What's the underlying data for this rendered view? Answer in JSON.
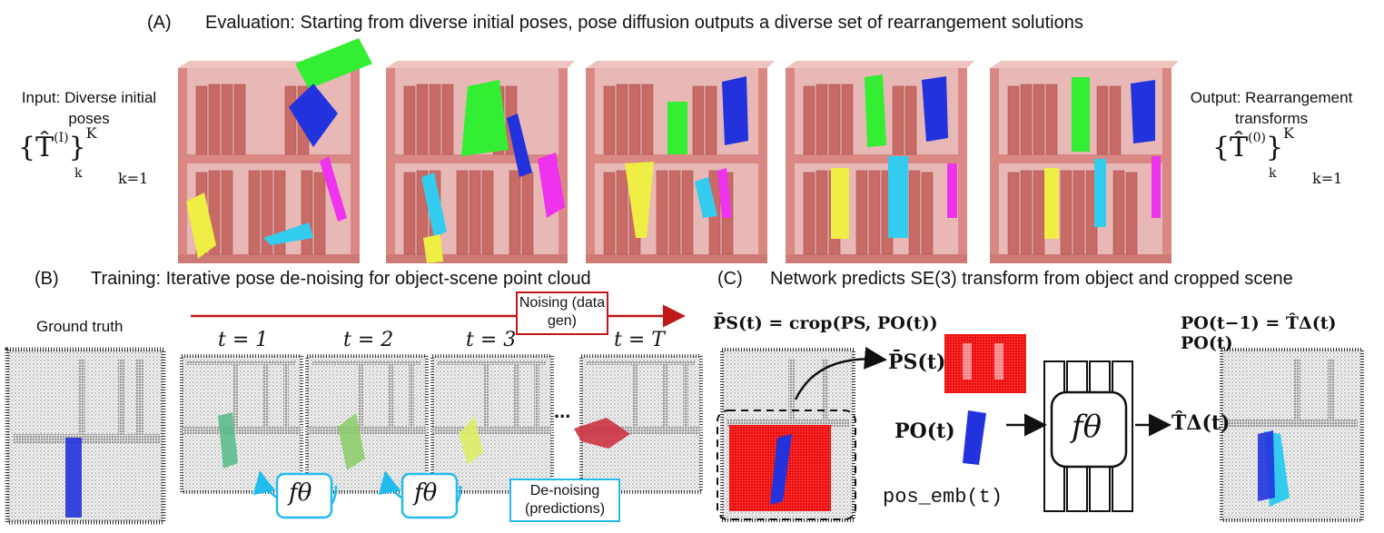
{
  "panel_a": {
    "letter": "(A)",
    "title": "Evaluation: Starting from diverse initial poses, pose diffusion outputs a diverse set of rearrangement solutions",
    "input_label": "Input: Diverse initial poses",
    "input_math_main": "{T̂",
    "input_math_sup": "(I)",
    "input_math_sub": "k",
    "input_math_upper": "K",
    "input_math_lower": "k=1",
    "output_label": "Output: Rearrangement transforms",
    "output_math_main": "{T̂",
    "output_math_sup": "(0)",
    "output_math_sub": "k",
    "output_math_upper": "K",
    "output_math_lower": "k=1"
  },
  "panel_b": {
    "letter": "(B)",
    "title": "Training: Iterative pose de-noising for object-scene point cloud",
    "ground_truth": "Ground truth",
    "noising_label": "Noising (data gen)",
    "denoising_label": "De-noising (predictions)",
    "steps": [
      "t = 1",
      "t = 2",
      "t = 3",
      "t = T"
    ],
    "ellipsis": "...",
    "f_theta": "fθ"
  },
  "panel_c": {
    "letter": "(C)",
    "title": "Network predicts SE(3) transform from object and cropped scene",
    "crop_eq": "P̄S(t) = crop(PS, PO(t))",
    "scene_crop": "P̄S(t)",
    "object": "PO(t)",
    "pos_emb": "pos_emb(t)",
    "network": "fθ",
    "transform": "T̂Δ(t)",
    "update_eq": "PO(t−1) = T̂Δ(t) PO(t)"
  },
  "colors": {
    "shelf": "#d98883",
    "book": "#c86a66",
    "green": "#33ee33",
    "blue": "#2233dd",
    "yellow": "#eeee44",
    "cyan": "#33ccee",
    "magenta": "#ee33ee",
    "noise_arrow": "#c01818",
    "denoise": "#22bbee",
    "scene_red": "#ee1111"
  }
}
